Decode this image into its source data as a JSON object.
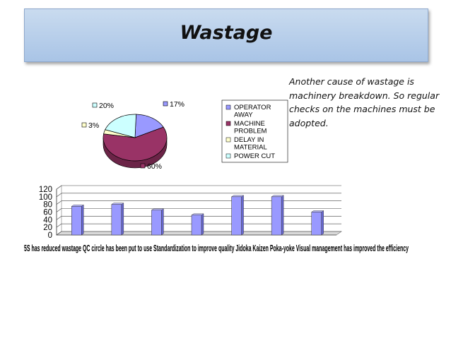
{
  "slide": {
    "title": "Wastage",
    "note": "Another cause of wastage is machinery breakdown. So regular checks on the machines must be adopted."
  },
  "chart_data": [
    {
      "type": "pie",
      "categories": [
        "OPERATOR AWAY",
        "MACHINE PROBLEM",
        "DELAY IN MATERIAL",
        "POWER CUT"
      ],
      "values": [
        17,
        60,
        3,
        20
      ],
      "labels": [
        "17%",
        "60%",
        "3%",
        "20%"
      ],
      "colors": [
        "#9999ff",
        "#993366",
        "#ffffcc",
        "#ccffff"
      ],
      "legend_placement": "right"
    },
    {
      "type": "bar",
      "categories": [
        "5S has reduced wastage",
        "QC circle has been put to use",
        "Standardization to improve quality",
        "Jidoka",
        "Kaizen",
        "Poka-yoke",
        "Visual management has improved the efficiency"
      ],
      "category_text_rendered": "5S has reduced wastage QC circle has been put to use Standardization to improve quality Jidoka Kaizen Poka-yoke Visual management has improved the efficiency",
      "values": [
        75,
        80,
        65,
        52,
        100,
        100,
        60
      ],
      "color": "#9999ff",
      "ylim": [
        0,
        120
      ],
      "yticks": [
        0,
        20,
        40,
        60,
        80,
        100,
        120
      ],
      "grid": true
    }
  ]
}
